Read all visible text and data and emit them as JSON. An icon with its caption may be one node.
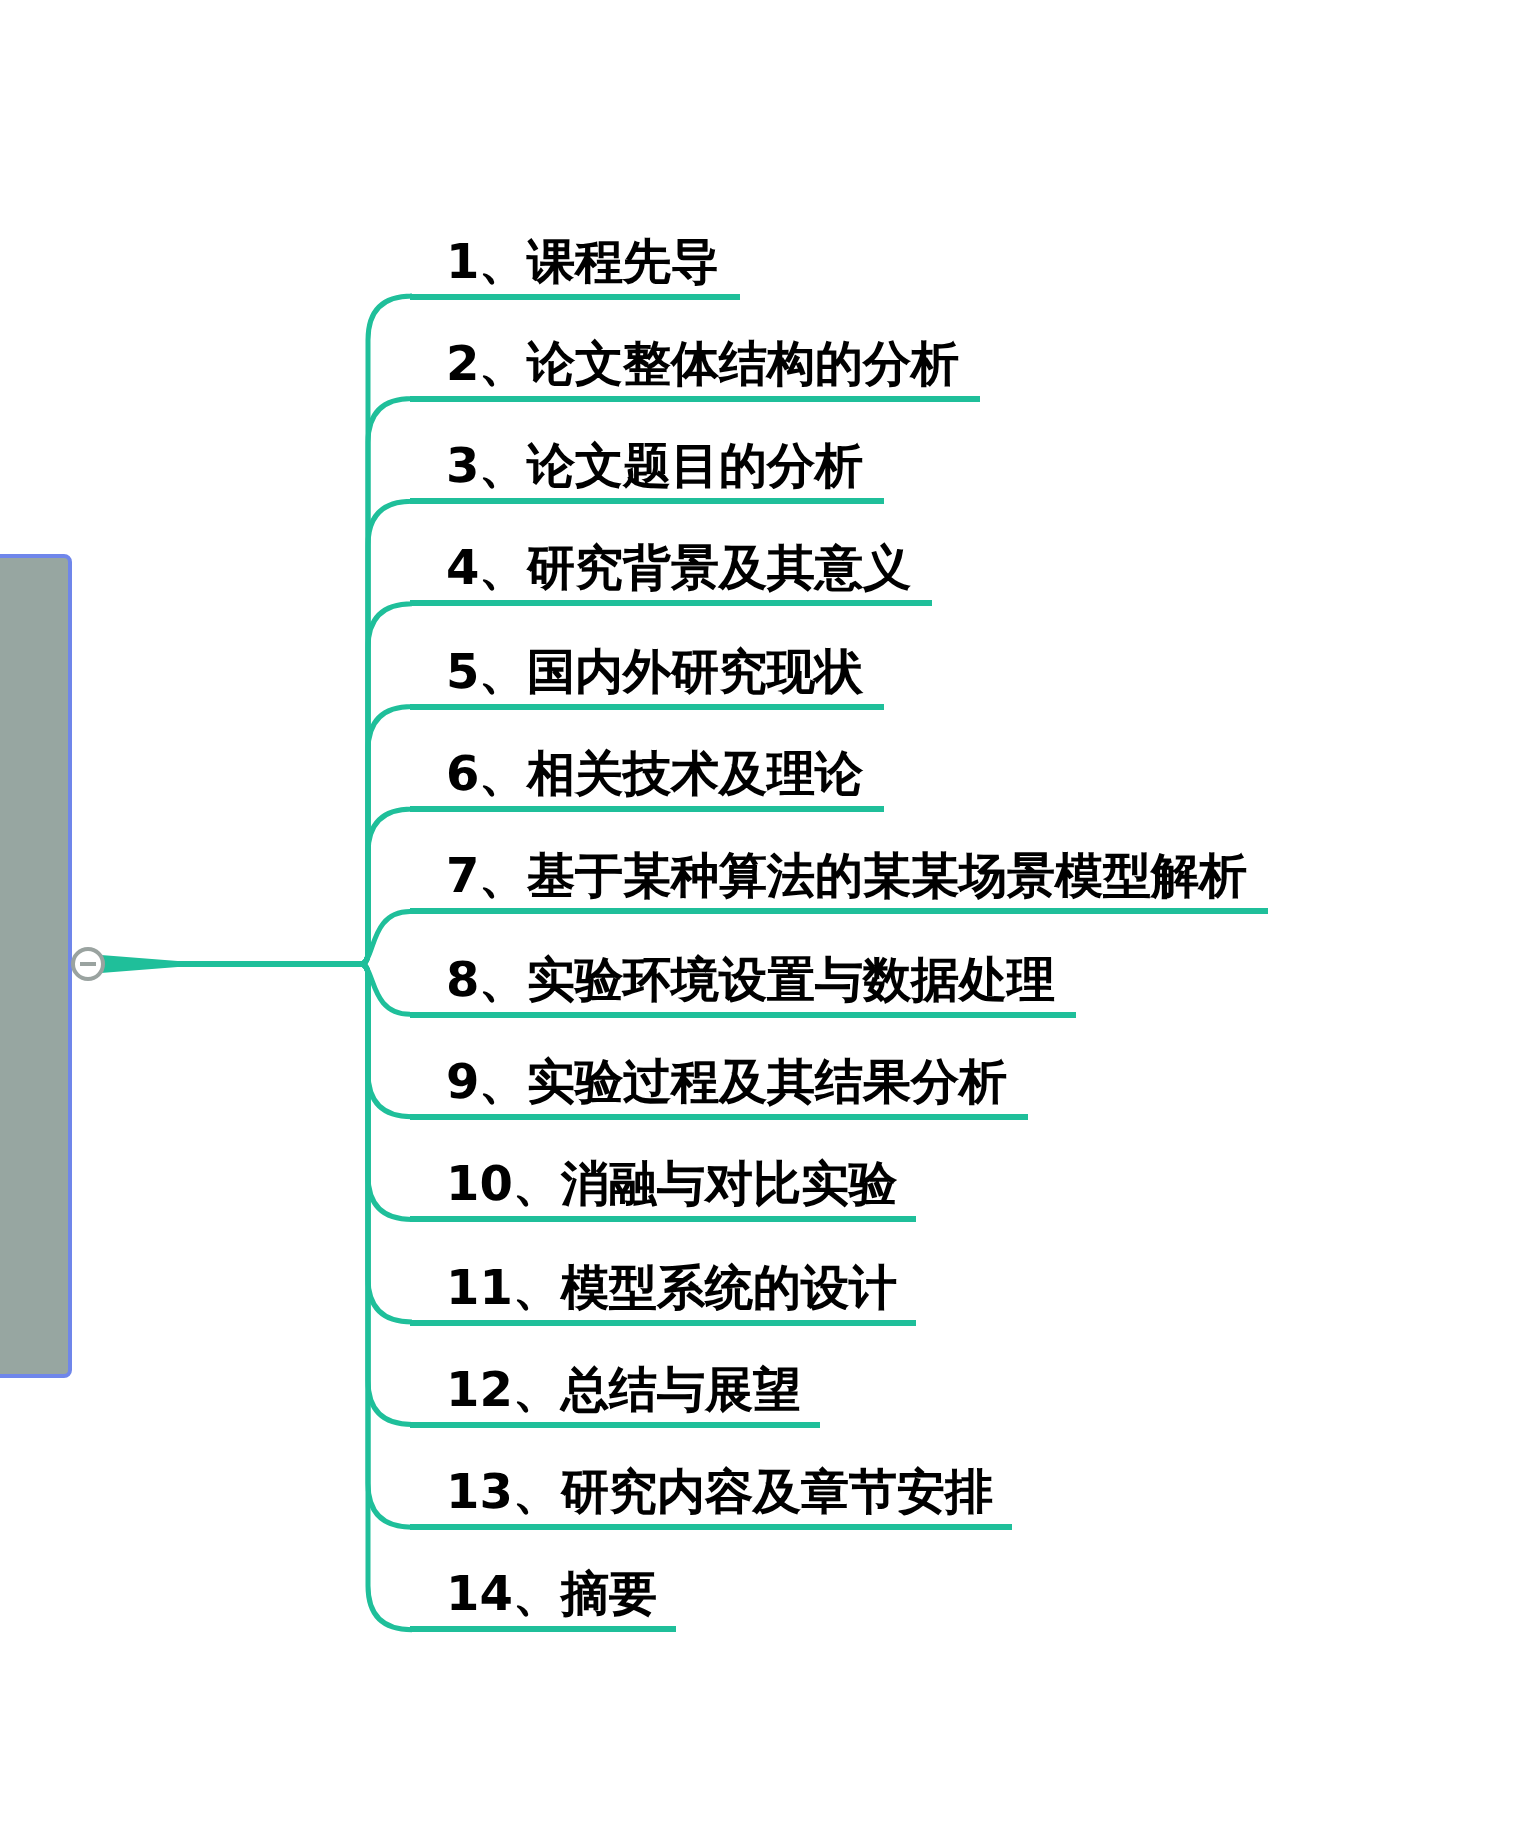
{
  "diagram": {
    "nodes": [
      {
        "text": [],
        "shape": "box"
      },
      {
        "text": [
          "1、课程先导"
        ]
      },
      {
        "text": [
          "2、论文整体结构的分析"
        ]
      },
      {
        "text": [
          "3、论文题目的分析"
        ]
      },
      {
        "text": [
          "4、研究背景及其意义"
        ]
      },
      {
        "text": [
          "5、国内外研究现状"
        ]
      },
      {
        "text": [
          "6、相关技术及理论"
        ]
      },
      {
        "text": [
          "7、基于某种算法的某某场景模型解析"
        ]
      },
      {
        "text": [
          "8、实验环境设置与数据处理"
        ]
      },
      {
        "text": [
          "9、实验过程及其结果分析"
        ]
      },
      {
        "text": [
          "10、消融与对比实验"
        ]
      },
      {
        "text": [
          "11、模型系统的设计"
        ]
      },
      {
        "text": [
          "12、总结与展望"
        ]
      },
      {
        "text": [
          "13、研究内容及章节安排"
        ]
      },
      {
        "text": [
          "14、摘要"
        ]
      }
    ],
    "edges": [
      {
        "from": 0,
        "to": 1,
        "arrow": "none"
      },
      {
        "from": 0,
        "to": 2,
        "arrow": "none"
      },
      {
        "from": 0,
        "to": 3,
        "arrow": "none"
      },
      {
        "from": 0,
        "to": 4,
        "arrow": "none"
      },
      {
        "from": 0,
        "to": 5,
        "arrow": "none"
      },
      {
        "from": 0,
        "to": 6,
        "arrow": "none"
      },
      {
        "from": 0,
        "to": 7,
        "arrow": "none"
      },
      {
        "from": 0,
        "to": 8,
        "arrow": "none"
      },
      {
        "from": 0,
        "to": 9,
        "arrow": "none"
      },
      {
        "from": 0,
        "to": 10,
        "arrow": "none"
      },
      {
        "from": 0,
        "to": 11,
        "arrow": "none"
      },
      {
        "from": 0,
        "to": 12,
        "arrow": "none"
      },
      {
        "from": 0,
        "to": 13,
        "arrow": "none"
      },
      {
        "from": 0,
        "to": 14,
        "arrow": "none"
      }
    ]
  }
}
